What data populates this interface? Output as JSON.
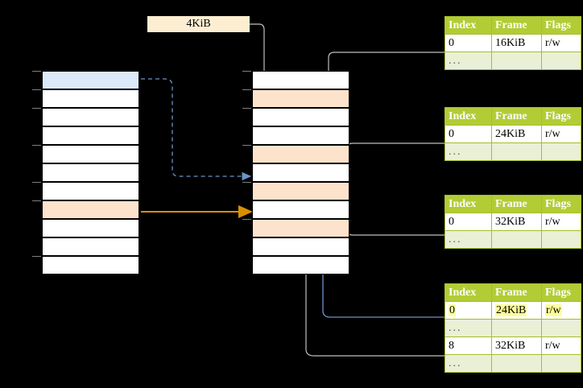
{
  "diagram": {
    "title": "page-table-walk-diagram",
    "kib_label": "4KiB",
    "colors": {
      "header_green": "#b2cc35",
      "row_alt_green": "#eaf0d6",
      "highlight_yellow": "#ffff99",
      "peach": "#fde3cc",
      "blue": "#dce9f9",
      "connector_gray": "#bfbfbf",
      "connector_blue": "#6d93c8",
      "connector_orange": "#d99000"
    }
  },
  "left_column": {
    "name": "virtual-address-space-column",
    "row_count": 11,
    "rows": [
      {
        "index": 0,
        "fill": "blue",
        "label": ""
      },
      {
        "index": 1,
        "fill": "white",
        "label": ""
      },
      {
        "index": 2,
        "fill": "white",
        "label": ""
      },
      {
        "index": 3,
        "fill": "white",
        "label": ""
      },
      {
        "index": 4,
        "fill": "white",
        "label": ""
      },
      {
        "index": 5,
        "fill": "white",
        "label": ""
      },
      {
        "index": 6,
        "fill": "white",
        "label": ""
      },
      {
        "index": 7,
        "fill": "peach",
        "label": ""
      },
      {
        "index": 8,
        "fill": "white",
        "label": ""
      },
      {
        "index": 9,
        "fill": "white",
        "label": ""
      },
      {
        "index": 10,
        "fill": "white",
        "label": ""
      }
    ]
  },
  "middle_column": {
    "name": "physical-memory-column",
    "row_count": 11,
    "rows": [
      {
        "index": 0,
        "fill": "white",
        "label": ""
      },
      {
        "index": 1,
        "fill": "peach",
        "label": ""
      },
      {
        "index": 2,
        "fill": "white",
        "label": ""
      },
      {
        "index": 3,
        "fill": "white",
        "label": ""
      },
      {
        "index": 4,
        "fill": "peach",
        "label": ""
      },
      {
        "index": 5,
        "fill": "white",
        "label": ""
      },
      {
        "index": 6,
        "fill": "peach",
        "label": ""
      },
      {
        "index": 7,
        "fill": "white",
        "label": ""
      },
      {
        "index": 8,
        "fill": "peach",
        "label": ""
      },
      {
        "index": 9,
        "fill": "white",
        "label": ""
      },
      {
        "index": 10,
        "fill": "white",
        "label": ""
      }
    ]
  },
  "tables": [
    {
      "name": "page-table-level-1",
      "headers": [
        "Index",
        "Frame",
        "Flags"
      ],
      "rows": [
        {
          "cells": [
            "0",
            "16KiB",
            "r/w"
          ],
          "style": "plain"
        },
        {
          "cells": [
            "...",
            "",
            ""
          ],
          "style": "dots"
        }
      ]
    },
    {
      "name": "page-table-level-2",
      "headers": [
        "Index",
        "Frame",
        "Flags"
      ],
      "rows": [
        {
          "cells": [
            "0",
            "24KiB",
            "r/w"
          ],
          "style": "plain"
        },
        {
          "cells": [
            "...",
            "",
            ""
          ],
          "style": "dots"
        }
      ]
    },
    {
      "name": "page-table-level-3",
      "headers": [
        "Index",
        "Frame",
        "Flags"
      ],
      "rows": [
        {
          "cells": [
            "0",
            "32KiB",
            "r/w"
          ],
          "style": "plain"
        },
        {
          "cells": [
            "...",
            "",
            ""
          ],
          "style": "dots"
        }
      ]
    },
    {
      "name": "page-table-level-4",
      "headers": [
        "Index",
        "Frame",
        "Flags"
      ],
      "rows": [
        {
          "cells": [
            "0",
            "24KiB",
            "r/w"
          ],
          "style": "highlight"
        },
        {
          "cells": [
            "...",
            "",
            ""
          ],
          "style": "dots"
        },
        {
          "cells": [
            "8",
            "32KiB",
            "r/w"
          ],
          "style": "plain"
        },
        {
          "cells": [
            "...",
            "",
            ""
          ],
          "style": "dots"
        }
      ]
    }
  ]
}
